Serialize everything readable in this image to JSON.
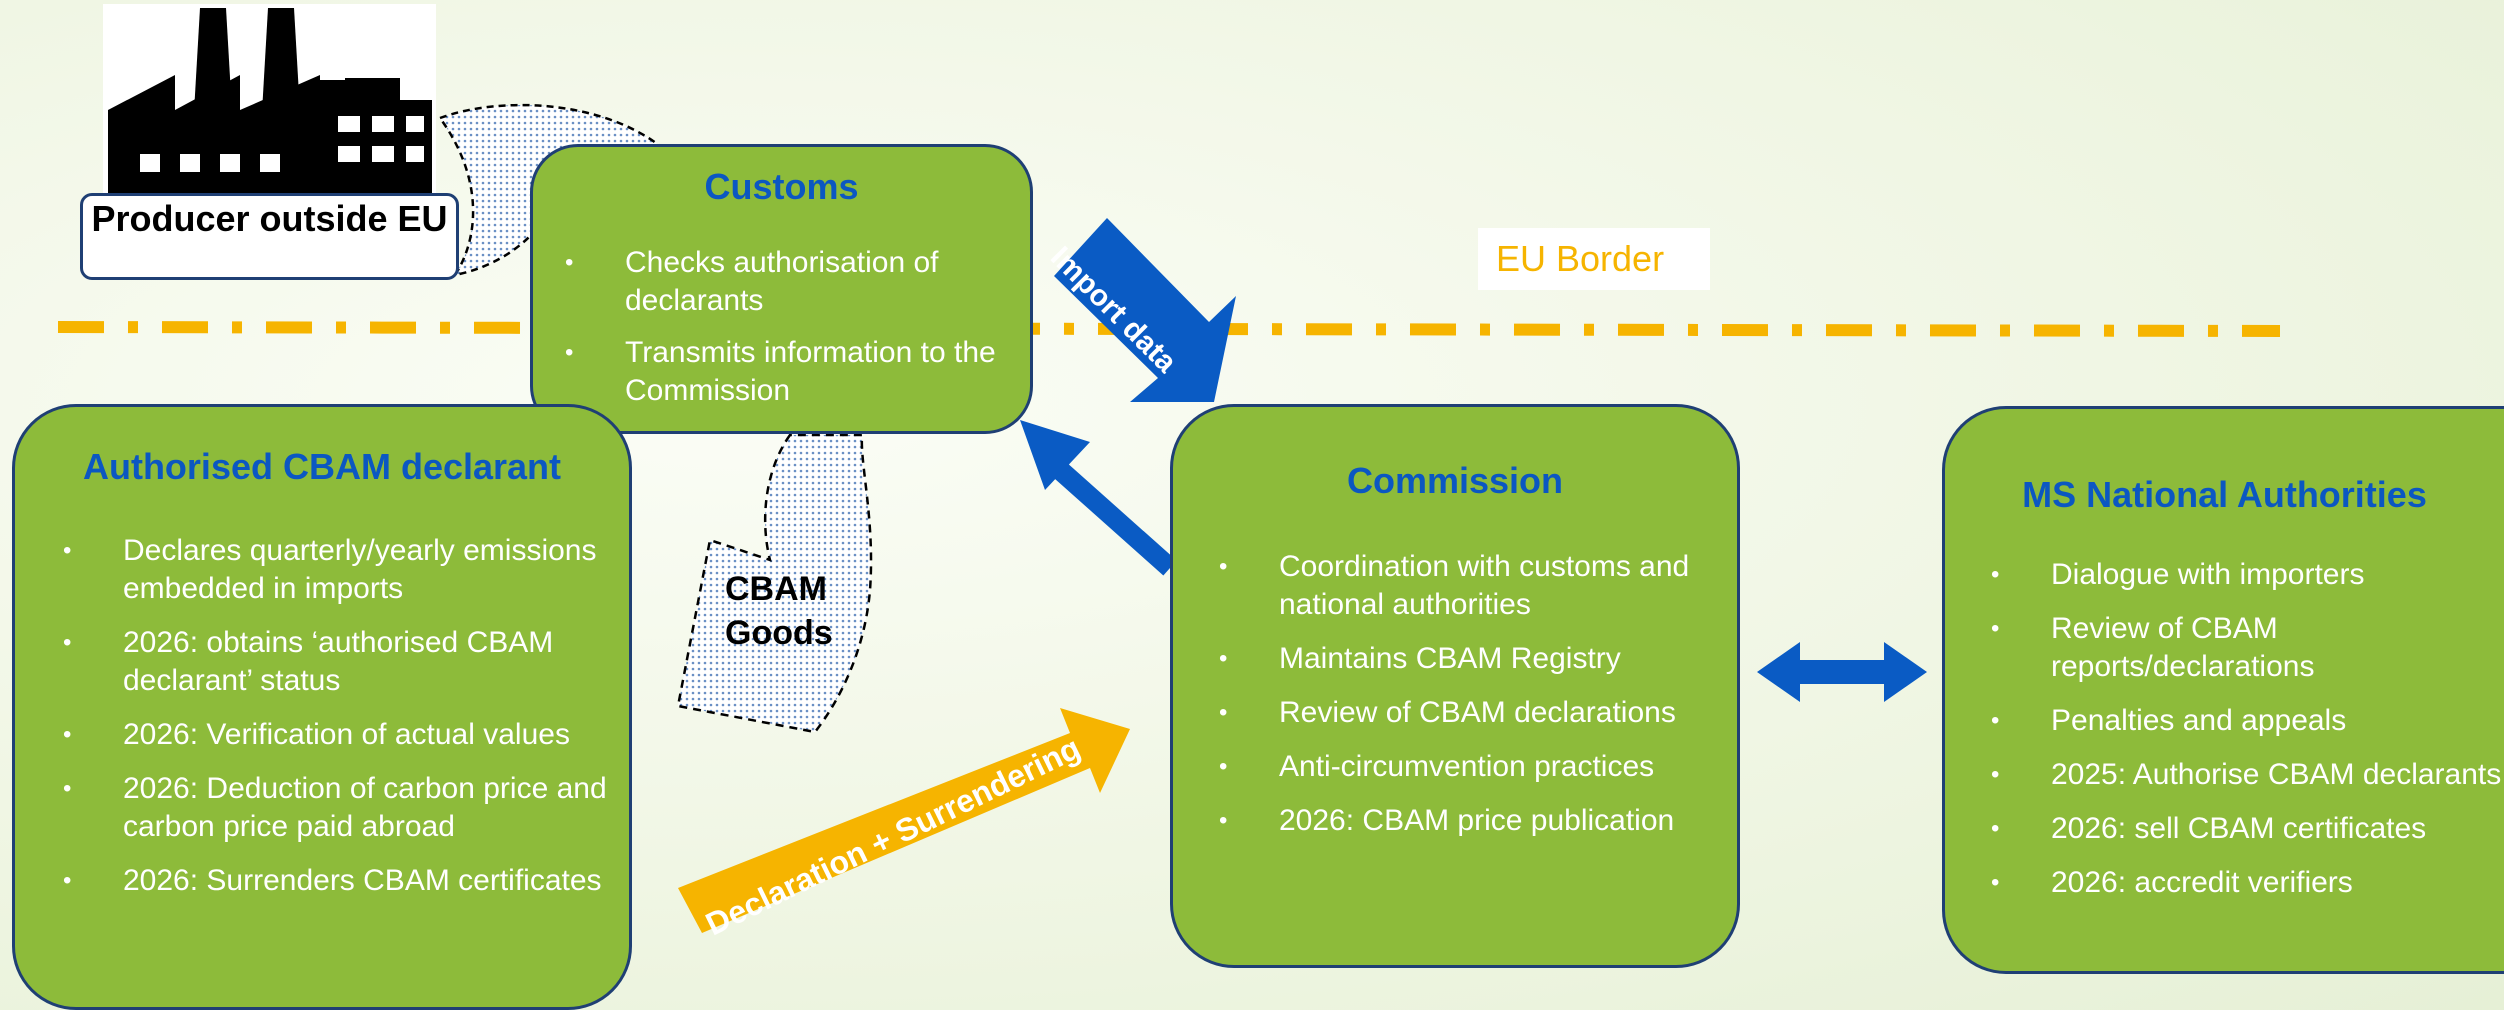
{
  "producer": {
    "label": "Producer outside EU"
  },
  "eu_border": {
    "label": "EU Border"
  },
  "customs": {
    "title": "Customs",
    "items": [
      "Checks authorisation of declarants",
      "Transmits information to the Commission"
    ]
  },
  "declarant": {
    "title": "Authorised CBAM declarant",
    "items": [
      "Declares quarterly/yearly emissions embedded in imports",
      "2026: obtains ‘authorised CBAM declarant’ status",
      "2026: Verification of actual values",
      "2026: Deduction of carbon price and carbon price paid abroad",
      "2026: Surrenders CBAM certificates"
    ]
  },
  "commission": {
    "title": "Commission",
    "items": [
      "Coordination with customs and national authorities",
      "Maintains CBAM Registry",
      "Review of CBAM declarations",
      "Anti-circumvention practices",
      "2026: CBAM price publication"
    ]
  },
  "msna": {
    "title": "MS National Authorities",
    "items": [
      "Dialogue with importers",
      "Review of CBAM reports/declarations",
      "Penalties and appeals",
      "2025: Authorise CBAM declarants",
      "2026: sell CBAM certificates",
      "2026: accredit verifiers"
    ]
  },
  "arrows": {
    "import_data": "Import data",
    "cbam_goods": "CBAM Goods",
    "declaration_surrendering": "Declaration + Surrendering"
  },
  "colors": {
    "box_fill": "#8dbb3a",
    "box_border": "#1f3f74",
    "title_blue": "#0b57c2",
    "arrow_blue": "#0a5bc4",
    "border_orange": "#f6b400"
  }
}
